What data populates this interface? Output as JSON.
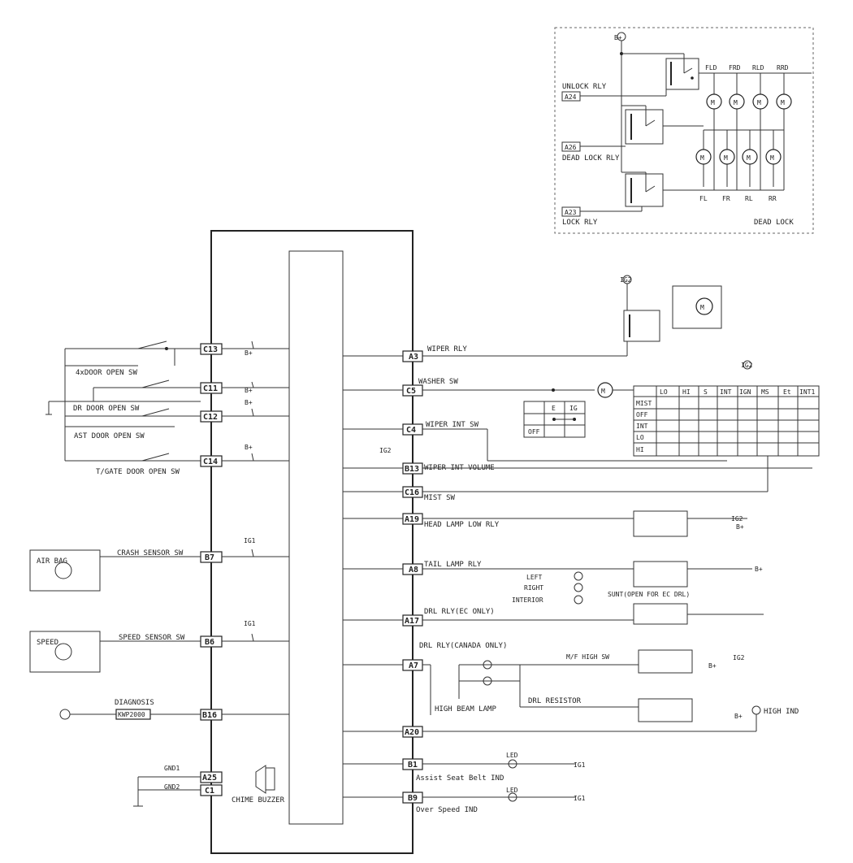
{
  "pins_left": [
    {
      "id": "C13",
      "label": ""
    },
    {
      "id": "C11",
      "label": ""
    },
    {
      "id": "C12",
      "label": ""
    },
    {
      "id": "C14",
      "label": ""
    },
    {
      "id": "B7",
      "label": "CRASH SENSOR SW"
    },
    {
      "id": "B6",
      "label": "SPEED SENSOR SW"
    },
    {
      "id": "B16",
      "label": ""
    },
    {
      "id": "A25",
      "label": "GND1"
    },
    {
      "id": "C1",
      "label": "GND2"
    }
  ],
  "pins_right": [
    {
      "id": "A3",
      "label": "WIPER RLY"
    },
    {
      "id": "C5",
      "label": "WASHER SW"
    },
    {
      "id": "C4",
      "label": "WIPER INT SW"
    },
    {
      "id": "B13",
      "label": "WIPER INT VOLUME"
    },
    {
      "id": "C16",
      "label": "MIST SW"
    },
    {
      "id": "A19",
      "label": "HEAD LAMP LOW RLY"
    },
    {
      "id": "A8",
      "label": "TAIL LAMP  RLY"
    },
    {
      "id": "A17",
      "label": "DRL RLY(EC ONLY)"
    },
    {
      "id": "A7",
      "label": ""
    },
    {
      "id": "A20",
      "label": ""
    },
    {
      "id": "B1",
      "label": "Assist Seat Belt IND"
    },
    {
      "id": "B9",
      "label": "Over Speed IND"
    }
  ],
  "door_switches": [
    "4xDOOR OPEN SW",
    "DR DOOR OPEN SW",
    "AST DOOR OPEN SW",
    "T/GATE DOOR OPEN SW"
  ],
  "supplies": {
    "bplus": "B+",
    "ig1": "IG1",
    "ig2": "IG2"
  },
  "airbag": "AIR BAG",
  "speed": "SPEED",
  "diagnosis": {
    "label": "DIAGNOSIS",
    "box": "KWP2000"
  },
  "chime": "CHIME BUZZER",
  "lock": {
    "unlock": "UNLOCK RLY",
    "a24": "A24",
    "a26": "A26",
    "dead_lock_rly": "DEAD LOCK RLY",
    "a23": "A23",
    "lock_rly": "LOCK RLY",
    "dead_lock": "DEAD LOCK",
    "motor": "M",
    "top": [
      "FLD",
      "FRD",
      "RLD",
      "RRD"
    ],
    "bottom": [
      "FL",
      "FR",
      "RL",
      "RR"
    ]
  },
  "lamps": {
    "left": "LEFT",
    "right": "RIGHT",
    "interior": "INTERIOR",
    "suntion": "SUNT(OPEN FOR EC DRL)",
    "drl_canada": "DRL RLY(CANADA ONLY)",
    "mf_high": "M/F HIGH SW",
    "high_beam": "HIGH BEAM LAMP",
    "drl_resistor": "DRL RESISTOR",
    "high_ind": "HIGH IND",
    "led": "LED"
  },
  "washer_table": {
    "headers": [
      "",
      "E",
      "IG"
    ],
    "rows": [
      "",
      "OFF"
    ]
  },
  "wiper_table": {
    "headers": [
      "",
      "LO",
      "HI",
      "S",
      "INT",
      "IGN",
      "MS",
      "Et",
      "INT1"
    ],
    "rows": [
      "MIST",
      "OFF",
      "INT",
      "LO",
      "HI"
    ]
  }
}
